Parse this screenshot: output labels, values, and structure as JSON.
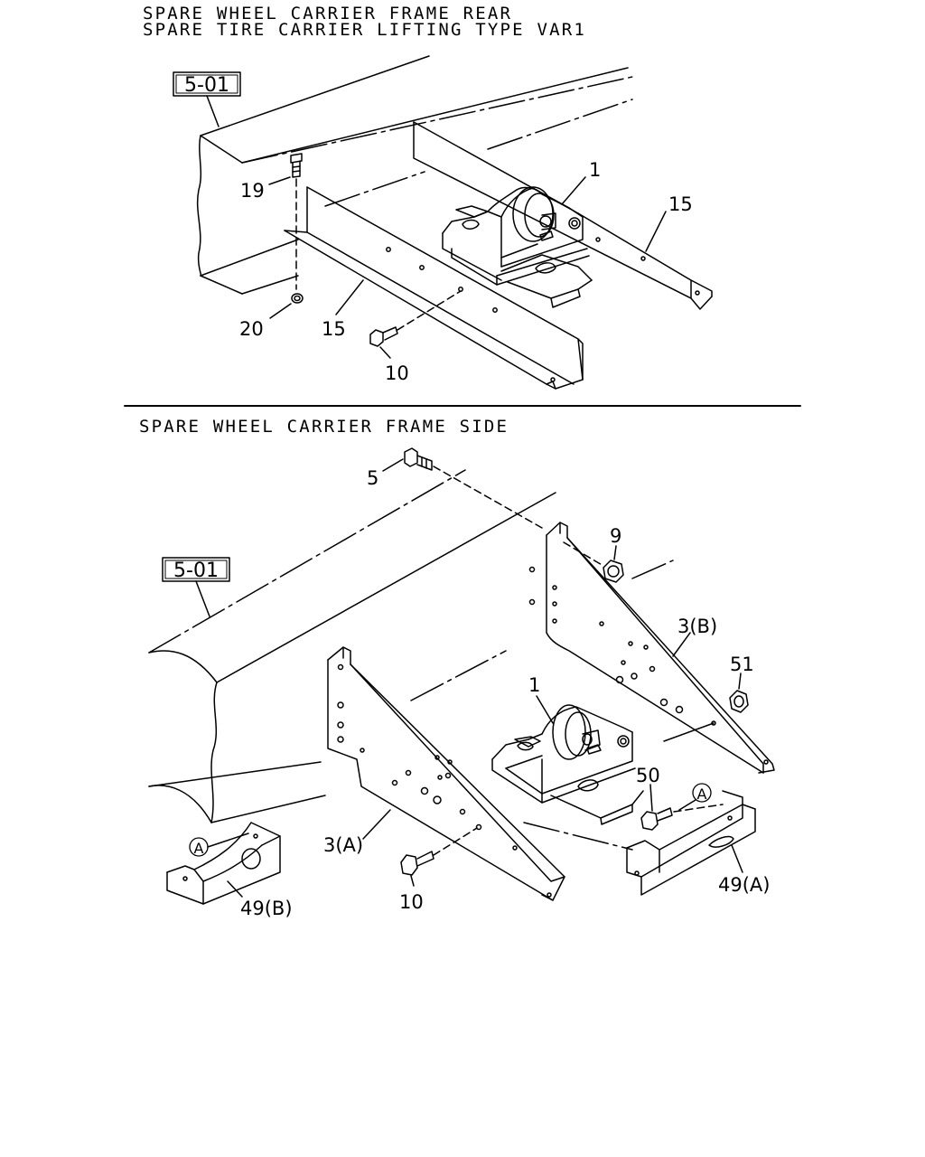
{
  "titles": {
    "rear_line1": "SPARE WHEEL CARRIER FRAME REAR",
    "rear_line2": "SPARE TIRE CARRIER LIFTING TYPE VAR1",
    "side": "SPARE WHEEL CARRIER FRAME SIDE"
  },
  "ref_boxes": {
    "rear": "5-01",
    "side": "5-01"
  },
  "callouts": {
    "rear": {
      "carrier": "1",
      "bracket_right": "15",
      "bolt_top": "19",
      "nut": "20",
      "bracket_front": "15",
      "bolt": "10"
    },
    "side": {
      "bolt_top": "5",
      "nut_9": "9",
      "bracket_b": "3(B)",
      "nut_51": "51",
      "carrier": "1",
      "bolt_50": "50",
      "circle_a_right": "A",
      "cover_a": "49(A)",
      "bracket_a": "3(A)",
      "bolt_10": "10",
      "circle_a_left": "A",
      "cover_b": "49(B)"
    }
  },
  "colors": {
    "ink": "#000000",
    "paper": "#ffffff"
  }
}
